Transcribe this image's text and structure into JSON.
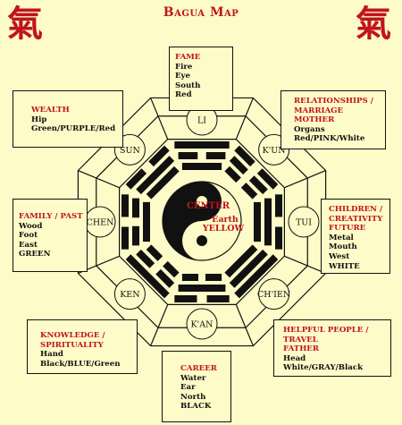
{
  "title": "Bagua Map",
  "glyph": "氣",
  "trigrams": [
    "LI",
    "K'UN",
    "TUI",
    "CH'IEN",
    "K'AN",
    "KEN",
    "CHEN",
    "SUN"
  ],
  "center": {
    "label": "CENTER",
    "element": "Earth",
    "color": "YELLOW"
  },
  "boxes": {
    "fame": {
      "head": [
        "FAME"
      ],
      "lines": [
        "Fire",
        "Eye",
        "South",
        "Red"
      ]
    },
    "relationships": {
      "head": [
        "RELATIONSHIPS /",
        "MARRIAGE",
        "MOTHER"
      ],
      "lines": [
        "Organs",
        "Red/PINK/White"
      ]
    },
    "children": {
      "head": [
        "CHILDREN /",
        "CREATIVITY",
        "FUTURE"
      ],
      "lines": [
        "Metal",
        "Mouth",
        "West",
        "WHITE"
      ]
    },
    "helpful": {
      "head": [
        "HELPFUL PEOPLE /",
        "TRAVEL",
        "FATHER"
      ],
      "lines": [
        "Head",
        "White/GRAY/Black"
      ]
    },
    "career": {
      "head": [
        "CAREER"
      ],
      "lines": [
        "Water",
        "Ear",
        "North",
        "BLACK"
      ]
    },
    "knowledge": {
      "head": [
        "KNOWLEDGE /",
        "SPIRITUALITY"
      ],
      "lines": [
        "Hand",
        "Black/BLUE/Green"
      ]
    },
    "family": {
      "head": [
        "FAMILY / PAST"
      ],
      "lines": [
        "Wood",
        "Foot",
        "East",
        "GREEN"
      ]
    },
    "wealth": {
      "head": [
        "WEALTH"
      ],
      "lines": [
        "Hip",
        "Green/PURPLE/Red"
      ]
    }
  },
  "colors": {
    "background": "#fdfbc8",
    "accent": "#c0141e",
    "ink": "#111111"
  }
}
